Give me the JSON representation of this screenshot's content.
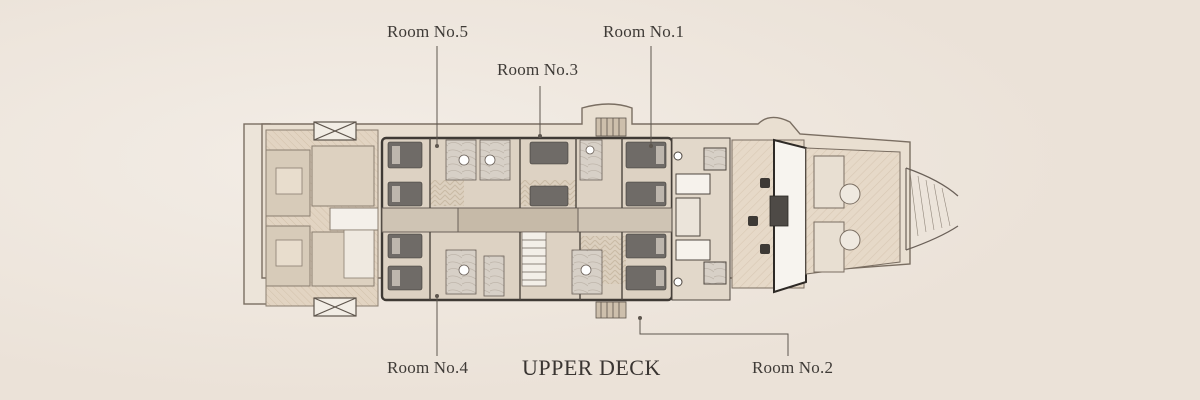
{
  "deck": {
    "title": "UPPER DECK"
  },
  "rooms": [
    {
      "id": "5",
      "label": "Room No.5"
    },
    {
      "id": "3",
      "label": "Room No.3"
    },
    {
      "id": "1",
      "label": "Room No.1"
    },
    {
      "id": "4",
      "label": "Room No.4"
    },
    {
      "id": "2",
      "label": "Room No.2"
    }
  ],
  "colors": {
    "background": "#efe7df",
    "hull_outline": "#7a6e62",
    "deck_wood": "#e3d6c4",
    "cabin_floor": "#ddd2c3",
    "furniture_dark": "#6e6a66",
    "label_text": "#3e3a36"
  }
}
